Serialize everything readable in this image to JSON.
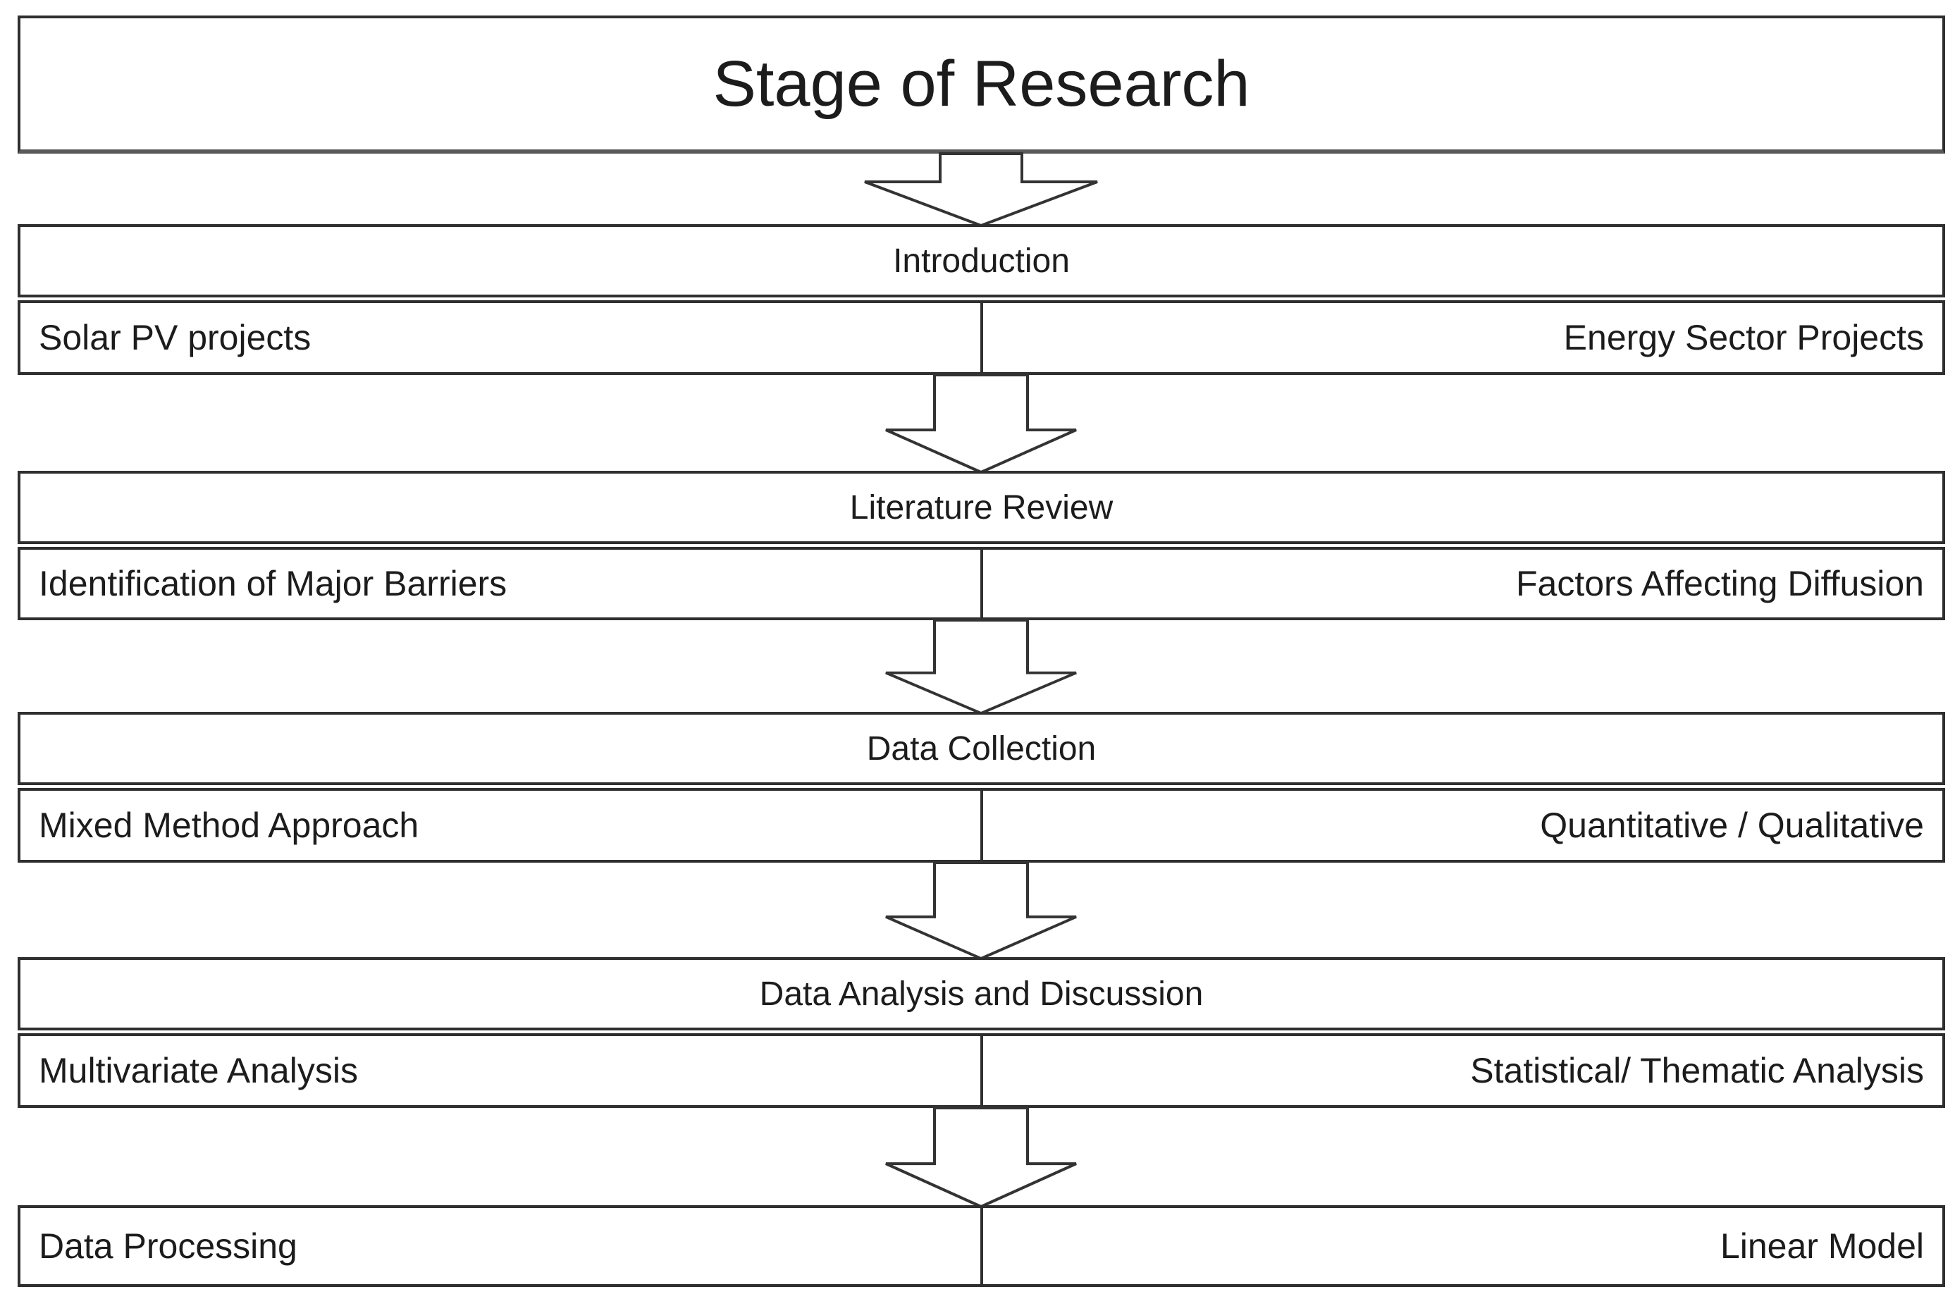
{
  "title": "Stage of Research",
  "stages": [
    {
      "header": "Introduction",
      "left": "Solar PV projects",
      "right": "Energy Sector Projects"
    },
    {
      "header": "Literature Review",
      "left": "Identification of Major Barriers",
      "right": "Factors Affecting Diffusion"
    },
    {
      "header": "Data Collection",
      "left": "Mixed Method Approach",
      "right": "Quantitative / Qualitative"
    },
    {
      "header": "Data Analysis and Discussion",
      "left": "Multivariate Analysis",
      "right": "Statistical/ Thematic Analysis"
    },
    {
      "header": null,
      "left": "Data Processing",
      "right": "Linear Model"
    }
  ],
  "colors": {
    "background": "#ffffff",
    "line": "#2f2f2f",
    "text": "#1c1c1c"
  }
}
